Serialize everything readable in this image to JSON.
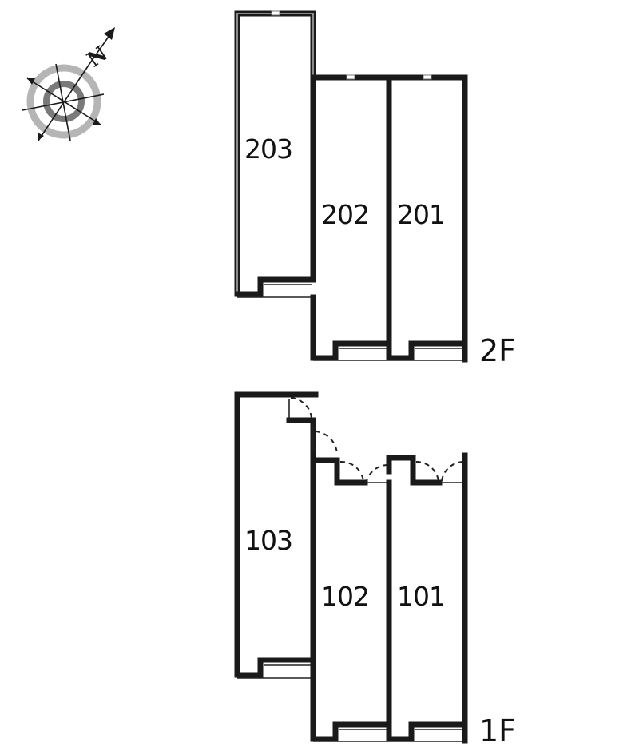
{
  "compass": {
    "north_label": "N",
    "icon": "compass-rose-icon"
  },
  "floors": [
    {
      "label": "2F",
      "units": [
        {
          "id": "203",
          "label": "203"
        },
        {
          "id": "202",
          "label": "202"
        },
        {
          "id": "201",
          "label": "201"
        }
      ]
    },
    {
      "label": "1F",
      "units": [
        {
          "id": "103",
          "label": "103"
        },
        {
          "id": "102",
          "label": "102"
        },
        {
          "id": "101",
          "label": "101"
        }
      ]
    }
  ],
  "colors": {
    "wall": "#1a1a1a",
    "wall_inner": "#8a8a8a",
    "compass_outer": "#b5b5b5",
    "compass_inner": "#7a7a7a",
    "background": "#ffffff"
  }
}
